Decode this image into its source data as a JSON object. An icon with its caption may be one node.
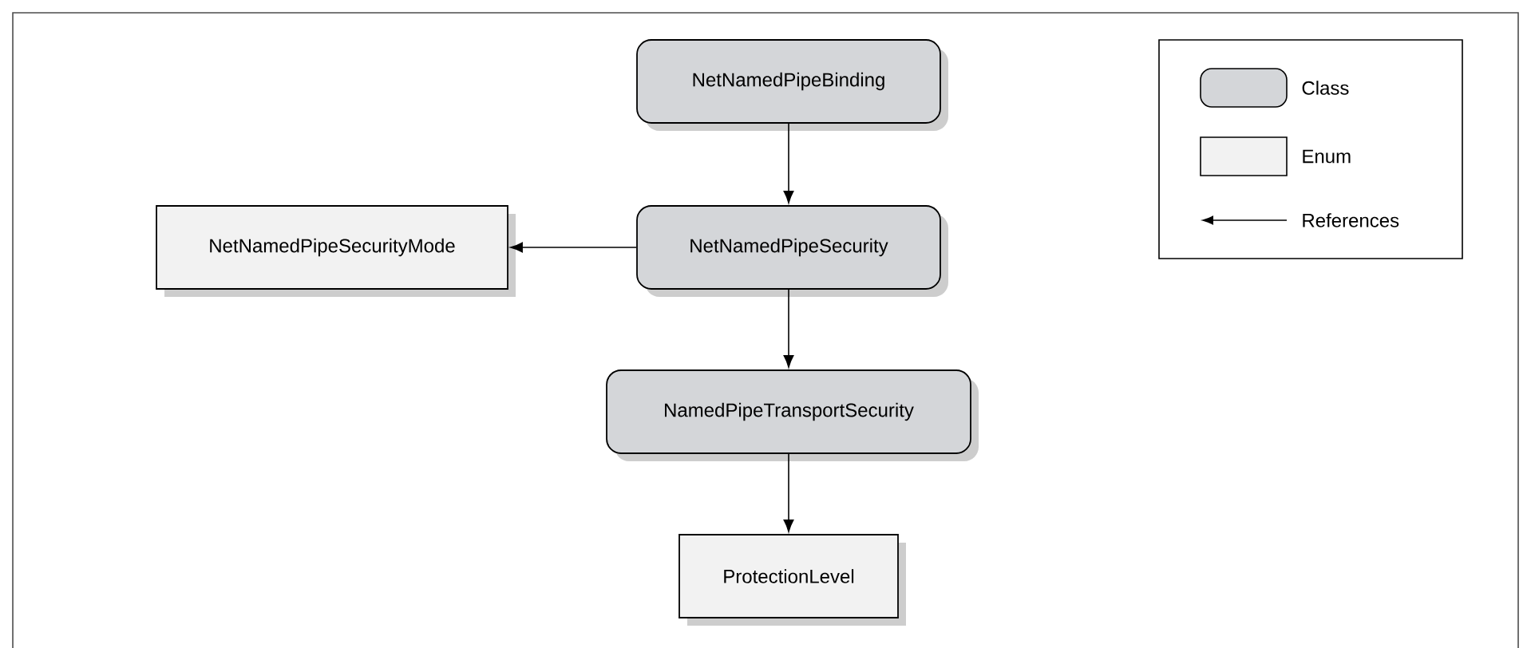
{
  "diagram": {
    "nodes": [
      {
        "text": [
          "NetNamedPipeBinding"
        ]
      },
      {
        "text": [
          "NetNamedPipeSecurityMode"
        ]
      },
      {
        "text": [
          "NetNamedPipeSecurity"
        ]
      },
      {
        "text": [
          "NamedPipeTransportSecurity"
        ]
      },
      {
        "text": [
          "ProtectionLevel"
        ]
      }
    ],
    "edges": [
      {
        "from": 0,
        "to": 2,
        "arrow": "to"
      },
      {
        "from": 2,
        "to": 1,
        "arrow": "to"
      },
      {
        "from": 2,
        "to": 3,
        "arrow": "to"
      },
      {
        "from": 3,
        "to": 4,
        "arrow": "to"
      }
    ],
    "legend": [
      {
        "text": "Class",
        "color": "#d4d6d9"
      },
      {
        "text": "Enum",
        "color": "#f2f2f2"
      },
      {
        "text": "References"
      }
    ]
  }
}
